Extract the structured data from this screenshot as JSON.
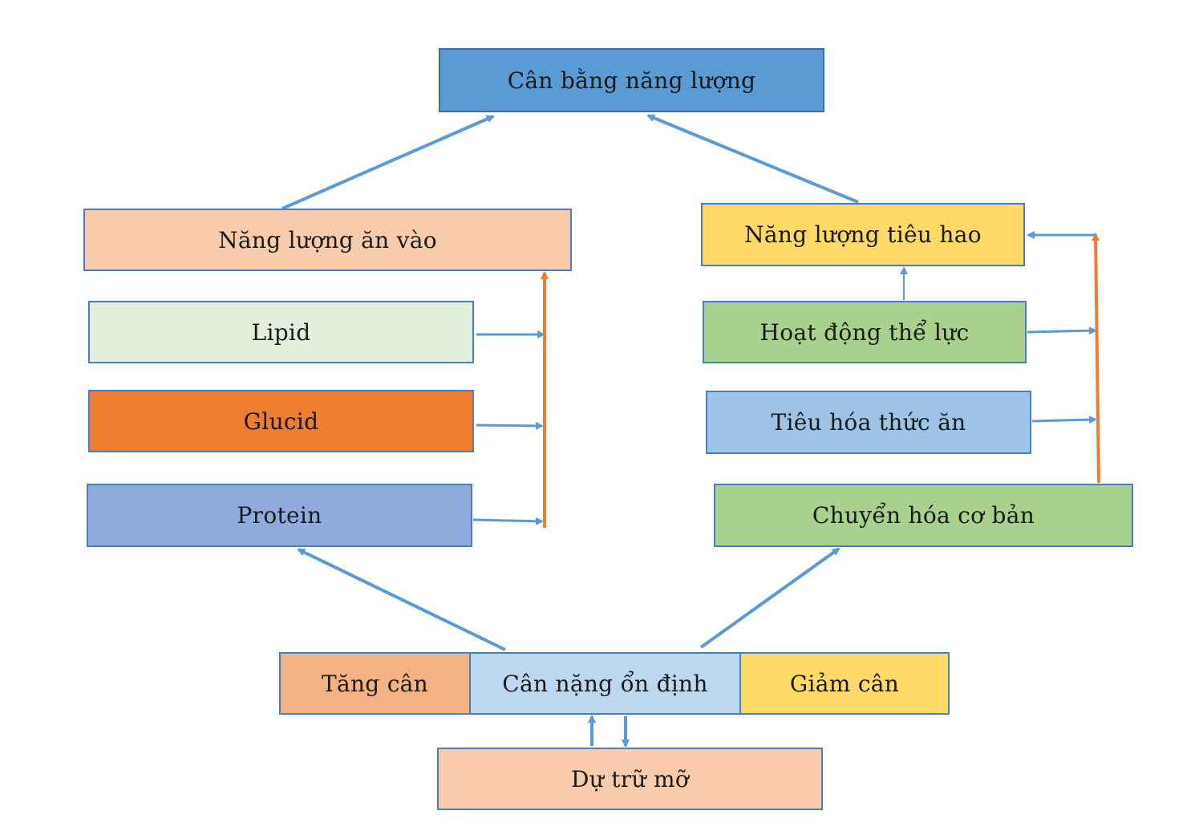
{
  "nodes": {
    "energy_balance": {
      "label": "Cân bằng năng lượng",
      "color": "#5b9bd5"
    },
    "energy_intake": {
      "label": "Năng lượng ăn vào",
      "color": "#f8cbad"
    },
    "lipid": {
      "label": "Lipid",
      "color": "#e2efda"
    },
    "glucid": {
      "label": "Glucid",
      "color": "#ed7d31"
    },
    "protein": {
      "label": "Protein",
      "color": "#8faadc"
    },
    "energy_expenditure": {
      "label": "Năng lượng tiêu hao",
      "color": "#ffd966"
    },
    "physical_activity": {
      "label": "Hoạt động thể lực",
      "color": "#a9d18e"
    },
    "food_digestion": {
      "label": "Tiêu hóa thức ăn",
      "color": "#9dc3e6"
    },
    "basal_metabolism": {
      "label": "Chuyển hóa cơ bản",
      "color": "#a9d18e"
    },
    "weight_gain": {
      "label": "Tăng cân",
      "color": "#f4b183"
    },
    "stable_weight": {
      "label": "Cân nặng ổn định",
      "color": "#bdd7ee"
    },
    "weight_loss": {
      "label": "Giảm cân",
      "color": "#ffd966"
    },
    "fat_reserve": {
      "label": "Dự trữ mỡ",
      "color": "#f8cbad"
    }
  },
  "arrow_colors": {
    "blue": "#5b9bd5",
    "orange": "#ed7d31"
  }
}
